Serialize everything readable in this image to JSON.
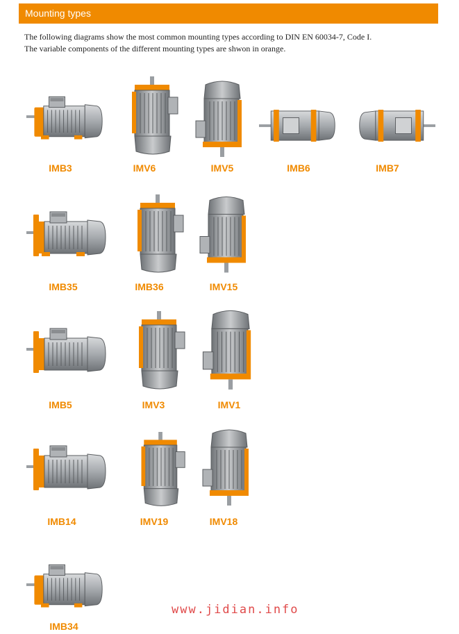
{
  "header": {
    "title": "Mounting types"
  },
  "intro": {
    "line1": "The following diagrams show the most common mounting types according to DIN EN 60034-7, Code I.",
    "line2": "The variable components of the different mounting types are shwon in orange."
  },
  "colors": {
    "accent": "#f08a00",
    "motor_grey": "#9a9ea2",
    "motor_dark": "#5a5d60"
  },
  "mounting_types": [
    {
      "code": "IMB3"
    },
    {
      "code": "IMV6"
    },
    {
      "code": "IMV5"
    },
    {
      "code": "IMB6"
    },
    {
      "code": "IMB7"
    },
    {
      "code": "IMB35"
    },
    {
      "code": "IMB36"
    },
    {
      "code": "IMV15"
    },
    {
      "code": "IMB5"
    },
    {
      "code": "IMV3"
    },
    {
      "code": "IMV1"
    },
    {
      "code": "IMB14"
    },
    {
      "code": "IMV19"
    },
    {
      "code": "IMV18"
    },
    {
      "code": "IMB34"
    }
  ],
  "watermark": "www.jidian.info"
}
